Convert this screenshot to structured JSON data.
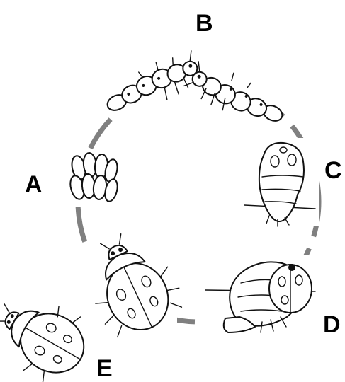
{
  "diagram": {
    "stage_labels": [
      "A",
      "B",
      "C",
      "D",
      "E"
    ],
    "stages": [
      {
        "label": "A",
        "icon": "egg-cluster-icon"
      },
      {
        "label": "B",
        "icon": "larva-icon"
      },
      {
        "label": "C",
        "icon": "pupa-icon"
      },
      {
        "label": "D",
        "icon": "emerging-adult-icon"
      },
      {
        "label": "E",
        "icon": "adult-ladybug-icon"
      }
    ],
    "colors": {
      "cycle_ring": "#808080",
      "ink": "#111111",
      "background": "#ffffff"
    }
  }
}
